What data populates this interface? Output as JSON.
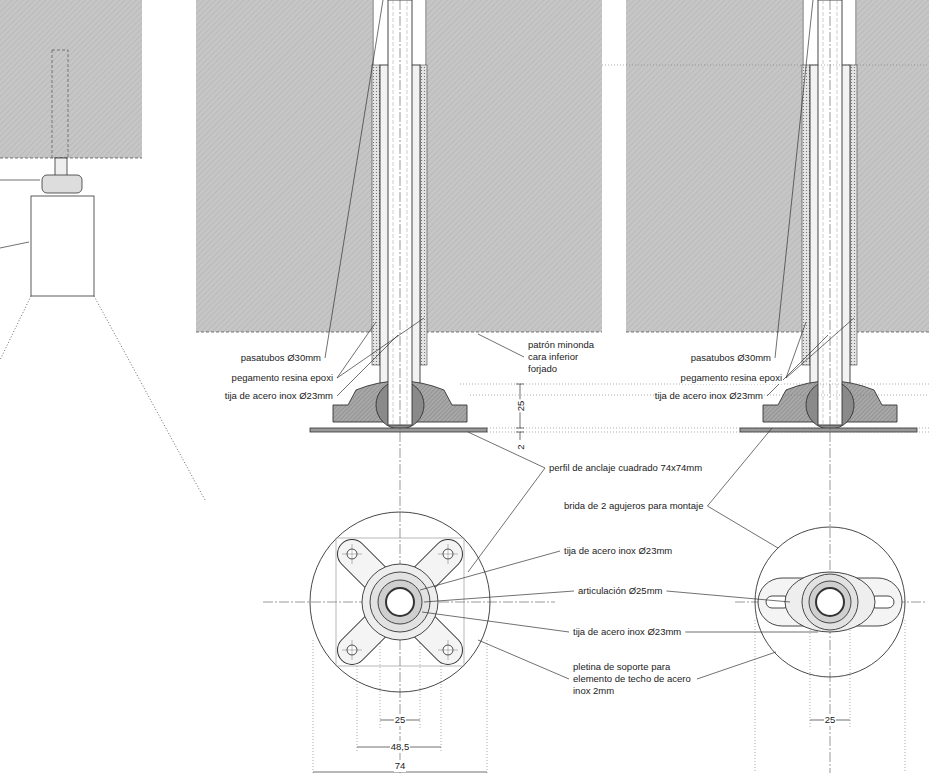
{
  "diagram": {
    "labels": [
      "pasatubos Ø30mm",
      "pegamento resina epoxi",
      "tija de acero inox Ø23mm",
      "patrón minonda cara inferior forjado",
      "25",
      "2",
      "perfil de anclaje cuadrado 74x74mm",
      "brida de 2 agujeros para montaje",
      "tija de acero inox Ø23mm",
      "articulación Ø25mm",
      "tija de acero inox Ø23mm",
      "pletina de soporte para elemento de techo de acero inox 2mm",
      "25",
      "48,5",
      "74",
      "pasatubos Ø30mm",
      "pegamento resina epoxi",
      "tija de acero inox Ø23mm",
      "25"
    ]
  }
}
